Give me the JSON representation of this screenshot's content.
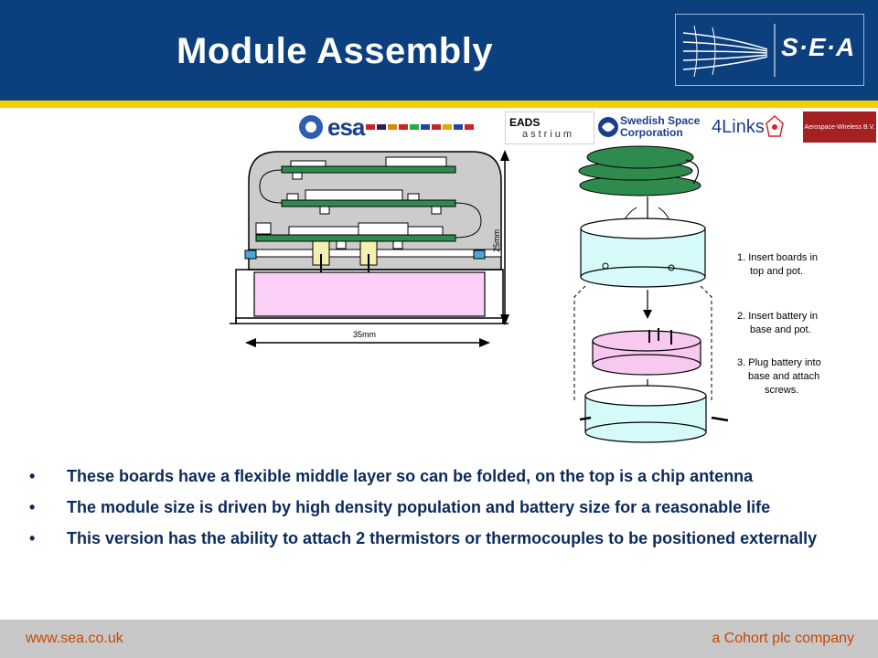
{
  "header": {
    "title": "Module Assembly",
    "brand": "S·E·A"
  },
  "sponsors": [
    {
      "name": "esa"
    },
    {
      "name": "EADS",
      "sub": "astrium"
    },
    {
      "name": "Swedish Space",
      "name2": "Corporation"
    },
    {
      "name": "4Links"
    },
    {
      "name": "Aerospace-Wireless B.V."
    }
  ],
  "diagram": {
    "height_label": "25mm",
    "width_label": "35mm"
  },
  "steps": [
    "1. Insert boards in",
    "top and pot.",
    "2. Insert battery in",
    "base and pot.",
    "3. Plug battery into",
    "base and attach",
    "screws."
  ],
  "bullets": [
    "These boards have a flexible middle layer so can be folded, on the top is a chip antenna",
    "The module size is driven by high density population and battery size for a reasonable life",
    "This version has the ability to attach 2 thermistors or thermocouples to be positioned externally"
  ],
  "footer": {
    "url": "www.sea.co.uk",
    "company": "a Cohort plc company"
  },
  "colors": {
    "header_blue": "#0c3f7e",
    "stripe_yellow": "#f2d000",
    "footer_gray": "#c8c8c8",
    "footer_text": "#c84800",
    "board_green": "#2f8a4e",
    "battery_pink": "#f8c8f0",
    "pot_cyan": "#d6fafa"
  }
}
